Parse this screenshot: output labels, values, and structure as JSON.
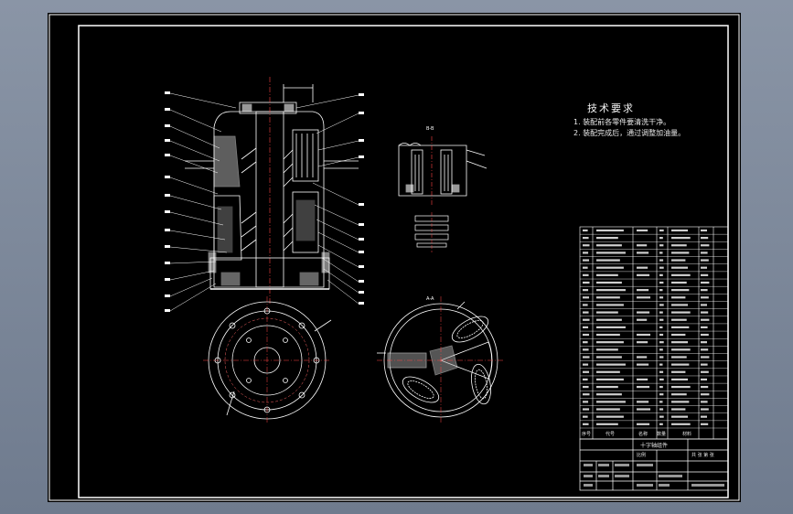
{
  "drawing": {
    "tech_requirements": {
      "title": "技术要求",
      "items": [
        "1. 装配前各零件要清洗干净。",
        "2. 装配完成后，通过调整加油量。"
      ]
    },
    "views": {
      "section_a": "A-A",
      "section_b": "B-B"
    },
    "title_block": {
      "drawing_title": "十字轴组件",
      "scale_label": "比例",
      "sheet_label": "共 张 第 张",
      "header_labels": [
        "序号",
        "代号",
        "名称",
        "数量",
        "材料"
      ]
    }
  }
}
